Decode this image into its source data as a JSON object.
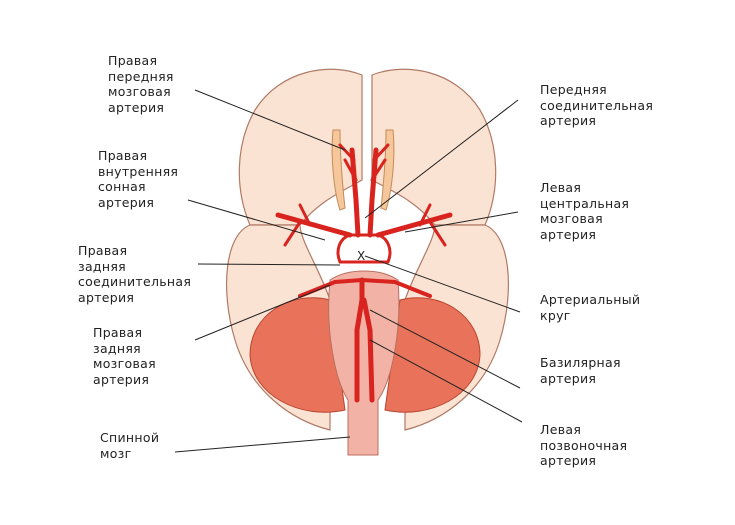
{
  "labels": {
    "right_anterior_cerebral": "Правая\nпередняя\nмозговая\nартерия",
    "right_internal_carotid": "Правая\nвнутренняя\nсонная\nартерия",
    "right_posterior_communicating": "Правая\nзадняя\nсоединительная\nартерия",
    "right_posterior_cerebral": "Правая\nзадняя\nмозговая\nартерия",
    "spinal_cord": "Спинной\nмозг",
    "anterior_communicating": "Передняя\nсоединительная\nартерия",
    "left_middle_cerebral": "Левая\nцентральная\nмозговая\nартерия",
    "arterial_circle": "Артериальный\nкруг",
    "basilar": "Базилярная\nартерия",
    "left_vertebral": "Левая\nпозвоночная\nартерия"
  },
  "marker": "X",
  "colors": {
    "artery": "#d8231f",
    "cerebrum": "#fbe3d3",
    "cerebellum": "#e8735a",
    "brainstem": "#f2b3a6"
  }
}
